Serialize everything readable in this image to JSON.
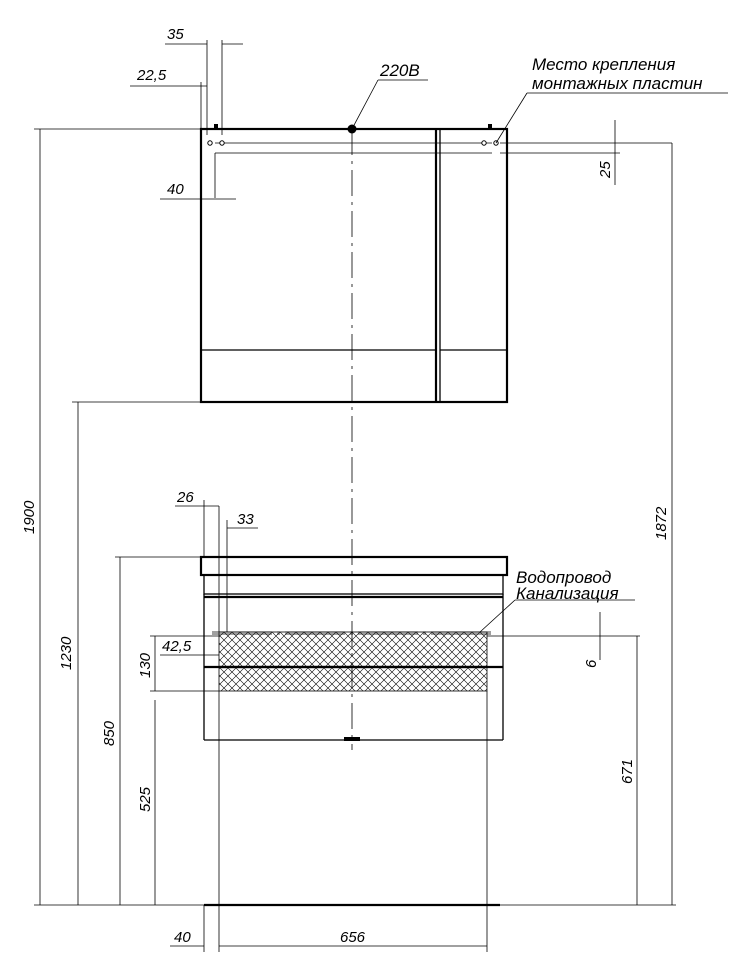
{
  "drawing": {
    "dimensions": {
      "d35": "35",
      "d22_5": "22,5",
      "d40_top": "40",
      "d25": "25",
      "d1900": "1900",
      "d1872": "1872",
      "d1230": "1230",
      "d26": "26",
      "d33": "33",
      "d42_5": "42,5",
      "d130": "130",
      "d6": "6",
      "d850": "850",
      "d525": "525",
      "d671": "671",
      "d40_bottom": "40",
      "d656": "656"
    },
    "labels": {
      "power": "220В",
      "mounting_line1": "Место крепления",
      "mounting_line2": "монтажных пластин",
      "water": "Водопровод",
      "sewer": "Канализация"
    }
  }
}
